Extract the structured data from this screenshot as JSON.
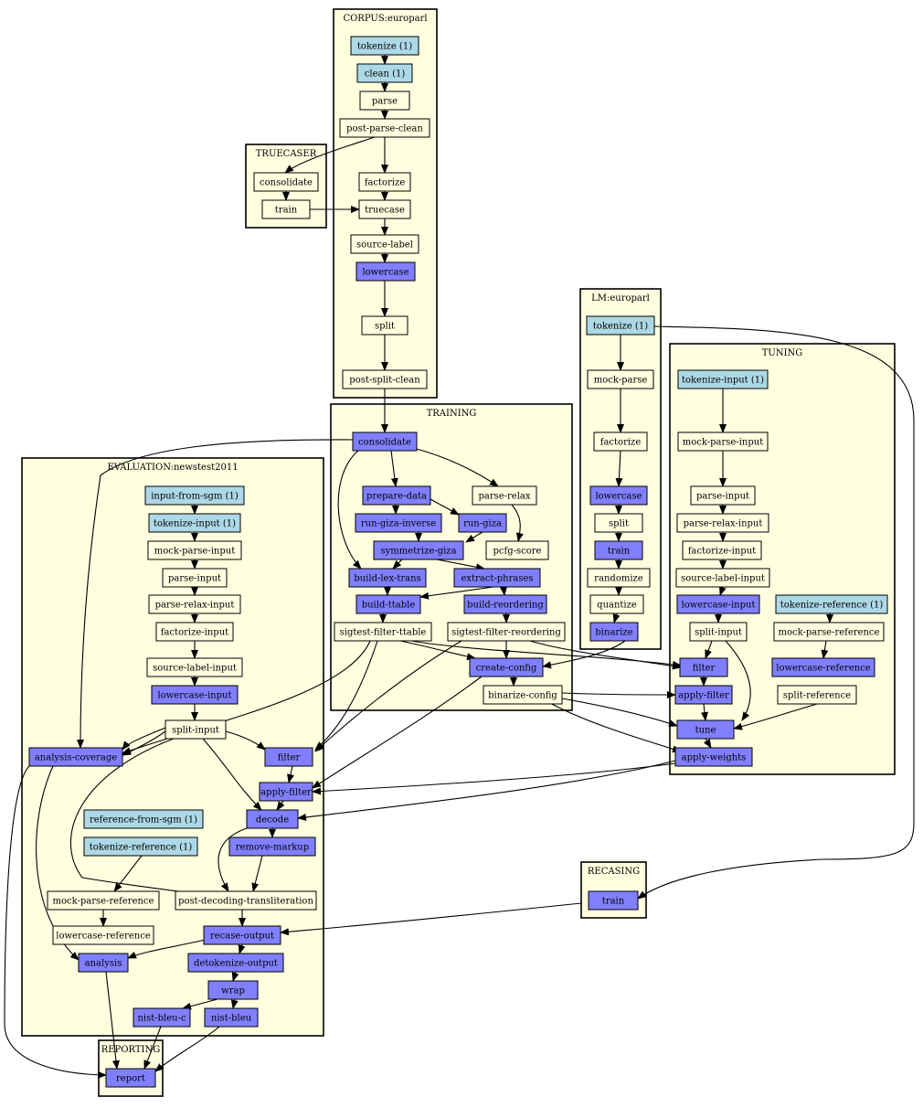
{
  "colors": {
    "done": "#add8e6",
    "running": "#8080ff",
    "todo": "#ffffe0",
    "background": "#ffffe0"
  },
  "clusters": [
    {
      "id": "corpus",
      "label": "CORPUS:europarl"
    },
    {
      "id": "truecaser",
      "label": "TRUECASER"
    },
    {
      "id": "training",
      "label": "TRAINING"
    },
    {
      "id": "lm",
      "label": "LM:europarl"
    },
    {
      "id": "tuning",
      "label": "TUNING"
    },
    {
      "id": "evaluation",
      "label": "EVALUATION:newstest2011"
    },
    {
      "id": "recasing",
      "label": "RECASING"
    },
    {
      "id": "reporting",
      "label": "REPORTING"
    }
  ],
  "nodes": [
    {
      "id": "c_tok",
      "label": "tokenize (1)",
      "status": "done"
    },
    {
      "id": "c_clean",
      "label": "clean (1)",
      "status": "done"
    },
    {
      "id": "c_parse",
      "label": "parse",
      "status": "todo"
    },
    {
      "id": "c_ppc",
      "label": "post-parse-clean",
      "status": "todo"
    },
    {
      "id": "c_fact",
      "label": "factorize",
      "status": "todo"
    },
    {
      "id": "c_true",
      "label": "truecase",
      "status": "todo"
    },
    {
      "id": "c_srcl",
      "label": "source-label",
      "status": "todo"
    },
    {
      "id": "c_lower",
      "label": "lowercase",
      "status": "running"
    },
    {
      "id": "c_split",
      "label": "split",
      "status": "todo"
    },
    {
      "id": "c_psc",
      "label": "post-split-clean",
      "status": "todo"
    },
    {
      "id": "tc_cons",
      "label": "consolidate",
      "status": "todo"
    },
    {
      "id": "tc_train",
      "label": "train",
      "status": "todo"
    },
    {
      "id": "t_cons",
      "label": "consolidate",
      "status": "running"
    },
    {
      "id": "t_prep",
      "label": "prepare-data",
      "status": "running"
    },
    {
      "id": "t_prelax",
      "label": "parse-relax",
      "status": "todo"
    },
    {
      "id": "t_rgi",
      "label": "run-giza-inverse",
      "status": "running"
    },
    {
      "id": "t_rg",
      "label": "run-giza",
      "status": "running"
    },
    {
      "id": "t_sym",
      "label": "symmetrize-giza",
      "status": "running"
    },
    {
      "id": "t_pcfg",
      "label": "pcfg-score",
      "status": "todo"
    },
    {
      "id": "t_blt",
      "label": "build-lex-trans",
      "status": "running"
    },
    {
      "id": "t_ext",
      "label": "extract-phrases",
      "status": "running"
    },
    {
      "id": "t_btt",
      "label": "build-ttable",
      "status": "running"
    },
    {
      "id": "t_bro",
      "label": "build-reordering",
      "status": "running"
    },
    {
      "id": "t_sftt",
      "label": "sigtest-filter-ttable",
      "status": "todo"
    },
    {
      "id": "t_sfro",
      "label": "sigtest-filter-reordering",
      "status": "todo"
    },
    {
      "id": "t_cc",
      "label": "create-config",
      "status": "running"
    },
    {
      "id": "t_bc",
      "label": "binarize-config",
      "status": "todo"
    },
    {
      "id": "l_tok",
      "label": "tokenize (1)",
      "status": "done"
    },
    {
      "id": "l_mp",
      "label": "mock-parse",
      "status": "todo"
    },
    {
      "id": "l_fact",
      "label": "factorize",
      "status": "todo"
    },
    {
      "id": "l_low",
      "label": "lowercase",
      "status": "running"
    },
    {
      "id": "l_split",
      "label": "split",
      "status": "todo"
    },
    {
      "id": "l_train",
      "label": "train",
      "status": "running"
    },
    {
      "id": "l_rand",
      "label": "randomize",
      "status": "todo"
    },
    {
      "id": "l_quant",
      "label": "quantize",
      "status": "todo"
    },
    {
      "id": "l_bin",
      "label": "binarize",
      "status": "running"
    },
    {
      "id": "u_tokin",
      "label": "tokenize-input (1)",
      "status": "done"
    },
    {
      "id": "u_mpi",
      "label": "mock-parse-input",
      "status": "todo"
    },
    {
      "id": "u_pi",
      "label": "parse-input",
      "status": "todo"
    },
    {
      "id": "u_pri",
      "label": "parse-relax-input",
      "status": "todo"
    },
    {
      "id": "u_fi",
      "label": "factorize-input",
      "status": "todo"
    },
    {
      "id": "u_sli",
      "label": "source-label-input",
      "status": "todo"
    },
    {
      "id": "u_li",
      "label": "lowercase-input",
      "status": "running"
    },
    {
      "id": "u_tokref",
      "label": "tokenize-reference (1)",
      "status": "done"
    },
    {
      "id": "u_si",
      "label": "split-input",
      "status": "todo"
    },
    {
      "id": "u_mpr",
      "label": "mock-parse-reference",
      "status": "todo"
    },
    {
      "id": "u_filter",
      "label": "filter",
      "status": "running"
    },
    {
      "id": "u_lr",
      "label": "lowercase-reference",
      "status": "running"
    },
    {
      "id": "u_af",
      "label": "apply-filter",
      "status": "running"
    },
    {
      "id": "u_sr",
      "label": "split-reference",
      "status": "todo"
    },
    {
      "id": "u_tune",
      "label": "tune",
      "status": "running"
    },
    {
      "id": "u_aw",
      "label": "apply-weights",
      "status": "running"
    },
    {
      "id": "e_ifs",
      "label": "input-from-sgm (1)",
      "status": "done"
    },
    {
      "id": "e_tokin",
      "label": "tokenize-input (1)",
      "status": "done"
    },
    {
      "id": "e_mpi",
      "label": "mock-parse-input",
      "status": "todo"
    },
    {
      "id": "e_pi",
      "label": "parse-input",
      "status": "todo"
    },
    {
      "id": "e_pri",
      "label": "parse-relax-input",
      "status": "todo"
    },
    {
      "id": "e_fi",
      "label": "factorize-input",
      "status": "todo"
    },
    {
      "id": "e_sli",
      "label": "source-label-input",
      "status": "todo"
    },
    {
      "id": "e_li",
      "label": "lowercase-input",
      "status": "running"
    },
    {
      "id": "e_si",
      "label": "split-input",
      "status": "todo"
    },
    {
      "id": "e_ac",
      "label": "analysis-coverage",
      "status": "running"
    },
    {
      "id": "e_filter",
      "label": "filter",
      "status": "running"
    },
    {
      "id": "e_af",
      "label": "apply-filter",
      "status": "running"
    },
    {
      "id": "e_rfs",
      "label": "reference-from-sgm (1)",
      "status": "done"
    },
    {
      "id": "e_dec",
      "label": "decode",
      "status": "running"
    },
    {
      "id": "e_tokref",
      "label": "tokenize-reference (1)",
      "status": "done"
    },
    {
      "id": "e_rm",
      "label": "remove-markup",
      "status": "running"
    },
    {
      "id": "e_mpr",
      "label": "mock-parse-reference",
      "status": "todo"
    },
    {
      "id": "e_pdt",
      "label": "post-decoding-transliteration",
      "status": "todo"
    },
    {
      "id": "e_lr",
      "label": "lowercase-reference",
      "status": "todo"
    },
    {
      "id": "e_ro",
      "label": "recase-output",
      "status": "running"
    },
    {
      "id": "e_an",
      "label": "analysis",
      "status": "running"
    },
    {
      "id": "e_do",
      "label": "detokenize-output",
      "status": "running"
    },
    {
      "id": "e_wrap",
      "label": "wrap",
      "status": "running"
    },
    {
      "id": "e_nbc",
      "label": "nist-bleu-c",
      "status": "running"
    },
    {
      "id": "e_nb",
      "label": "nist-bleu",
      "status": "running"
    },
    {
      "id": "r_train",
      "label": "train",
      "status": "running"
    },
    {
      "id": "p_report",
      "label": "report",
      "status": "running"
    }
  ]
}
